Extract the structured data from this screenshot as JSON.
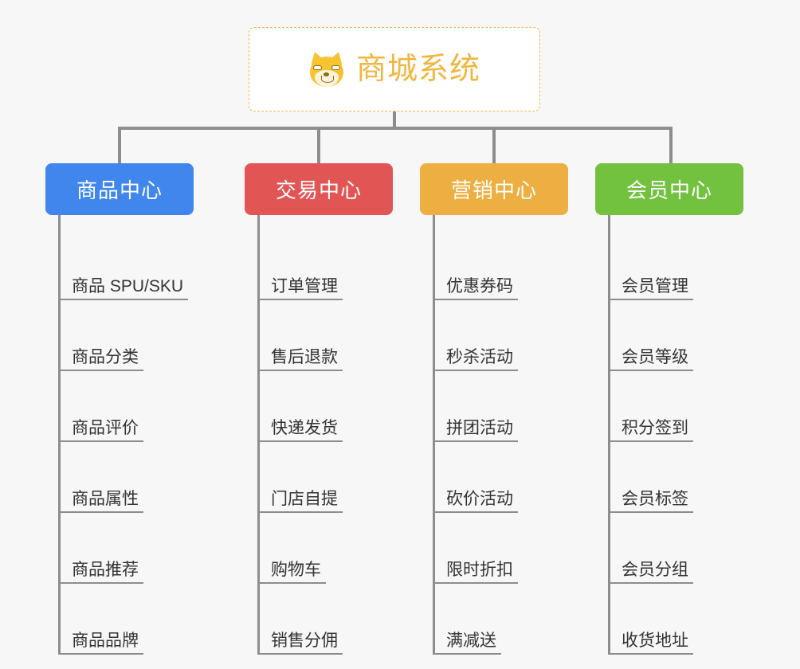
{
  "root": {
    "title": "商城系统",
    "icon": "shiba-dog-icon",
    "accent_color": "#f0b63f",
    "border_color": "#e9b84c",
    "background": "#ffffff"
  },
  "canvas": {
    "background": "#f7f7f7",
    "connector_color": "#8d8d8d"
  },
  "columns": [
    {
      "header": "商品中心",
      "color": "#4086ed",
      "items": [
        "商品 SPU/SKU",
        "商品分类",
        "商品评价",
        "商品属性",
        "商品推荐",
        "商品品牌"
      ]
    },
    {
      "header": "交易中心",
      "color": "#e25555",
      "items": [
        "订单管理",
        "售后退款",
        "快递发货",
        "门店自提",
        "购物车",
        "销售分佣"
      ]
    },
    {
      "header": "营销中心",
      "color": "#edaf41",
      "items": [
        "优惠券码",
        "秒杀活动",
        "拼团活动",
        "砍价活动",
        "限时折扣",
        "满减送"
      ]
    },
    {
      "header": "会员中心",
      "color": "#72c240",
      "items": [
        "会员管理",
        "会员等级",
        "积分签到",
        "会员标签",
        "会员分组",
        "收货地址"
      ]
    }
  ]
}
